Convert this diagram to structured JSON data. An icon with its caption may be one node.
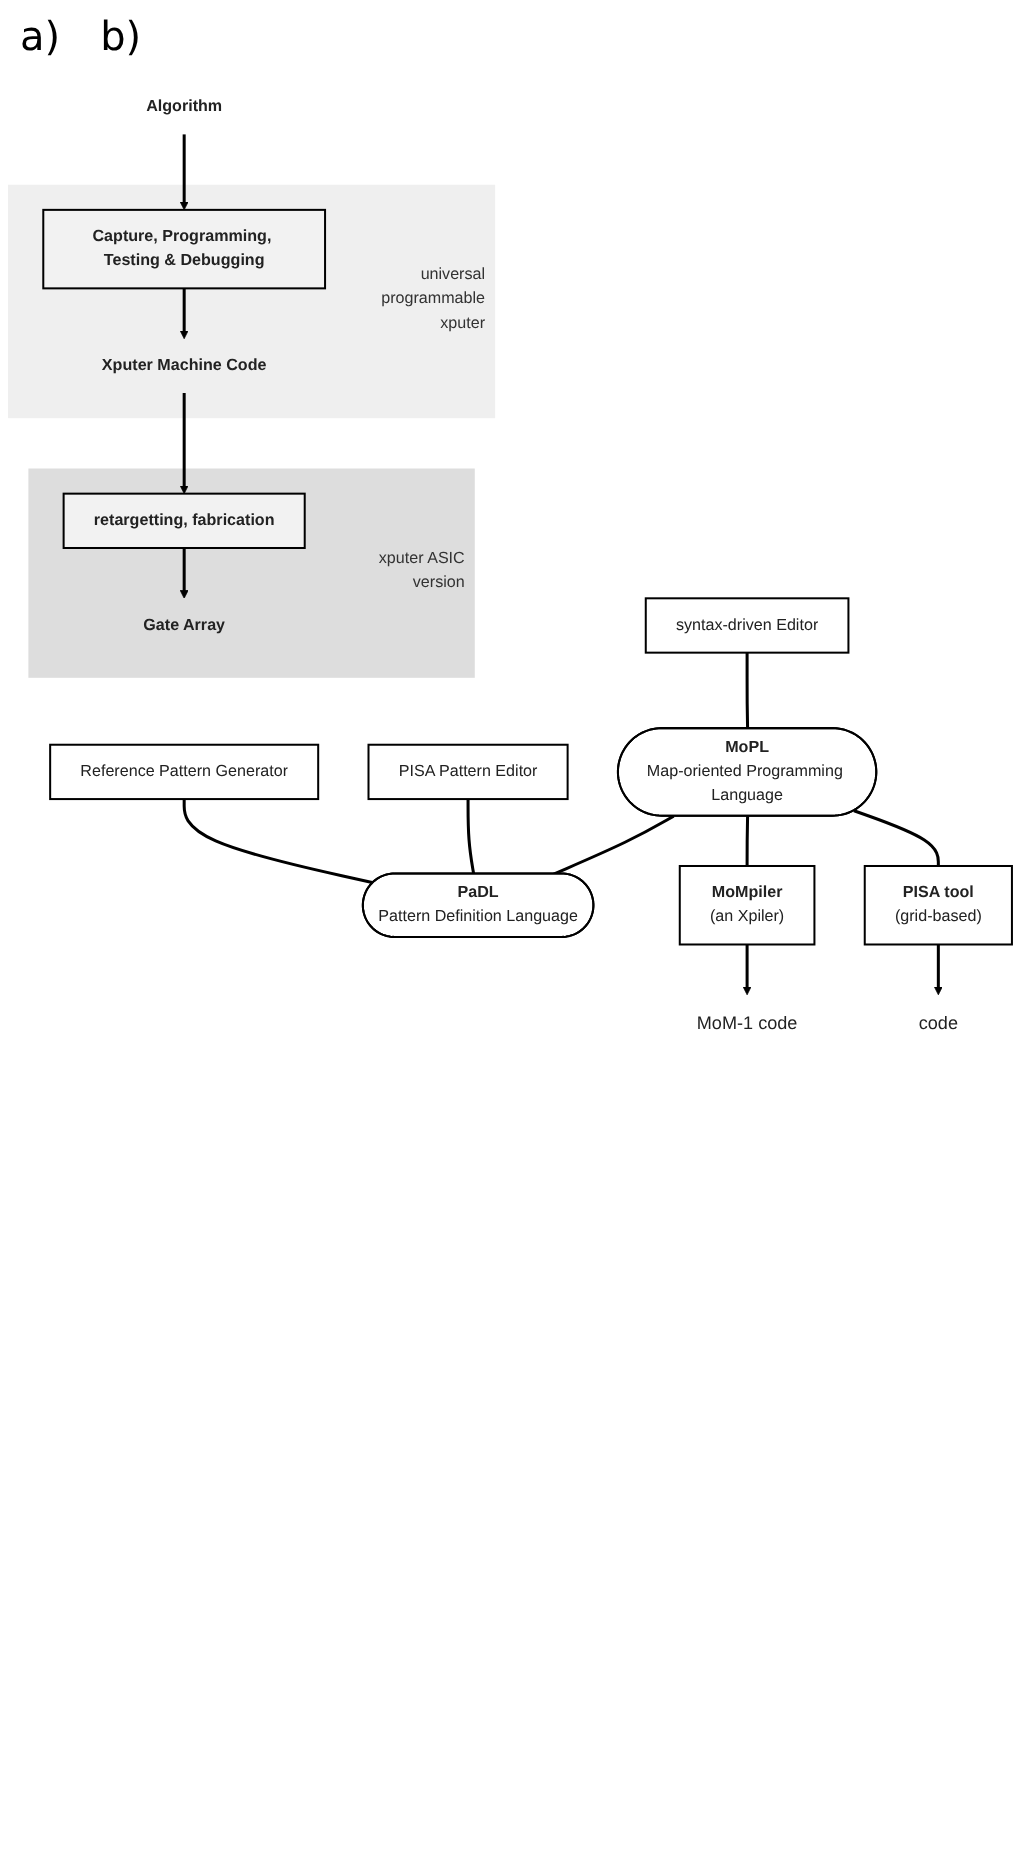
{
  "diagram": {
    "nodes": [
      {
        "text": [
          "Algorithm"
        ]
      },
      {
        "text": [
          "universal programmable xputer"
        ]
      },
      {
        "text": [
          "Capture, Programming, Testing & Debugging"
        ],
        "in": 1
      },
      {
        "text": [
          "Xputer Machine Code"
        ],
        "in": 1
      },
      {
        "text": [
          "xputer ASIC version"
        ]
      },
      {
        "text": [
          "retargetting, fabrication"
        ],
        "in": 4
      },
      {
        "text": [
          "Gate Array"
        ],
        "in": 4
      },
      {
        "text": [
          "syntax-driven Editor"
        ]
      },
      {
        "text": [
          "Reference Pattern Generator"
        ]
      },
      {
        "text": [
          "PISA Pattern Editor"
        ]
      },
      {
        "text": [
          "MoPL",
          "Map-oriented Programming Language"
        ]
      },
      {
        "text": [
          "PaDL",
          "Pattern Definition Language"
        ]
      },
      {
        "text": [
          "MoMpiler",
          "(an Xpiler)"
        ]
      },
      {
        "text": [
          "PISA tool",
          "(grid-based)"
        ]
      },
      {
        "text": [
          "MoM-1 code"
        ]
      },
      {
        "text": [
          "code"
        ]
      }
    ],
    "edges": [
      {
        "from": 0,
        "to": 2,
        "arrow": "to"
      },
      {
        "from": 2,
        "to": 3,
        "arrow": "to"
      },
      {
        "from": 3,
        "to": 5,
        "arrow": "to"
      },
      {
        "from": 5,
        "to": 6,
        "arrow": "to"
      },
      {
        "from": 7,
        "to": 10,
        "arrow": "none"
      },
      {
        "from": 8,
        "to": 11,
        "arrow": "none"
      },
      {
        "from": 9,
        "to": 11,
        "arrow": "none"
      },
      {
        "from": 10,
        "to": 11,
        "arrow": "none"
      },
      {
        "from": 10,
        "to": 12,
        "arrow": "none"
      },
      {
        "from": 10,
        "to": 13,
        "arrow": "none"
      },
      {
        "from": 12,
        "to": 14,
        "arrow": "to"
      },
      {
        "from": 13,
        "to": 15,
        "arrow": "to"
      }
    ],
    "labels": [
      "a)",
      "b)"
    ]
  }
}
